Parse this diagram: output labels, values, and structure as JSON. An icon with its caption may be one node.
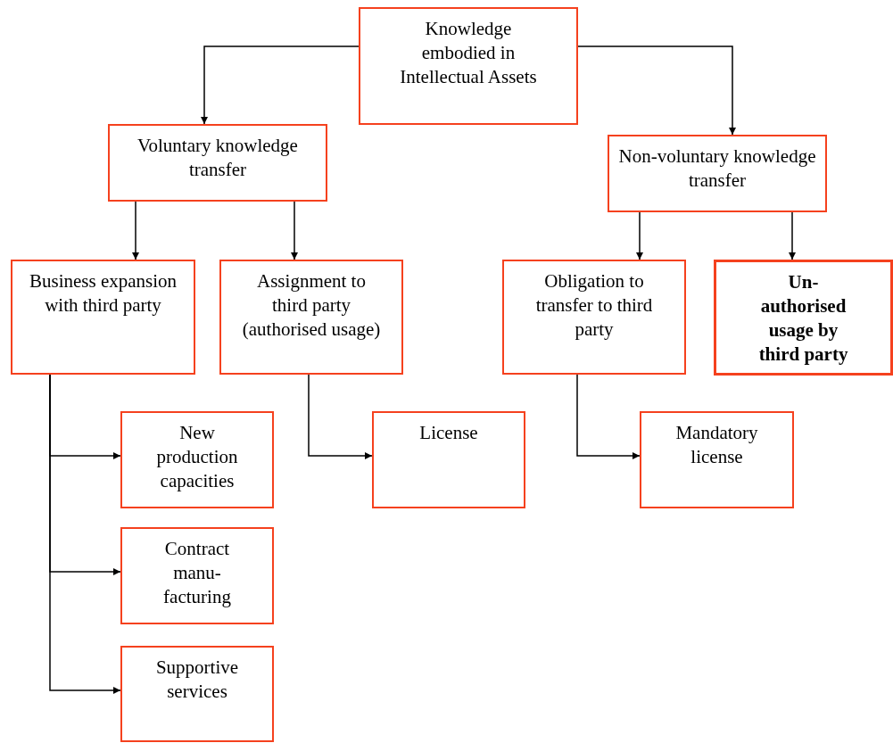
{
  "diagram": {
    "nodes": [
      {
        "text": [
          "Knowledge embodied in Intellectual Assets"
        ]
      },
      {
        "text": [
          "Voluntary knowledge transfer"
        ]
      },
      {
        "text": [
          "Non-voluntary knowledge transfer"
        ]
      },
      {
        "text": [
          "Business expansion with third party"
        ]
      },
      {
        "text": [
          "Assignment to third party (authorised usage)"
        ]
      },
      {
        "text": [
          "Obligation to transfer to third party"
        ]
      },
      {
        "text": [
          "Un- authorised usage by third party"
        ]
      },
      {
        "text": [
          "New production capacities"
        ]
      },
      {
        "text": [
          "License"
        ]
      },
      {
        "text": [
          "Mandatory license"
        ]
      },
      {
        "text": [
          "Contract manu- facturing"
        ]
      },
      {
        "text": [
          "Supportive services"
        ]
      }
    ],
    "edges": [
      {
        "from": 0,
        "to": 1,
        "arrow": "to"
      },
      {
        "from": 0,
        "to": 2,
        "arrow": "to"
      },
      {
        "from": 1,
        "to": 3,
        "arrow": "to"
      },
      {
        "from": 1,
        "to": 4,
        "arrow": "to"
      },
      {
        "from": 2,
        "to": 5,
        "arrow": "to"
      },
      {
        "from": 2,
        "to": 6,
        "arrow": "to"
      },
      {
        "from": 3,
        "to": 7,
        "arrow": "to"
      },
      {
        "from": 3,
        "to": 10,
        "arrow": "to"
      },
      {
        "from": 3,
        "to": 11,
        "arrow": "to"
      },
      {
        "from": 4,
        "to": 8,
        "arrow": "to"
      },
      {
        "from": 5,
        "to": 9,
        "arrow": "to"
      }
    ]
  }
}
